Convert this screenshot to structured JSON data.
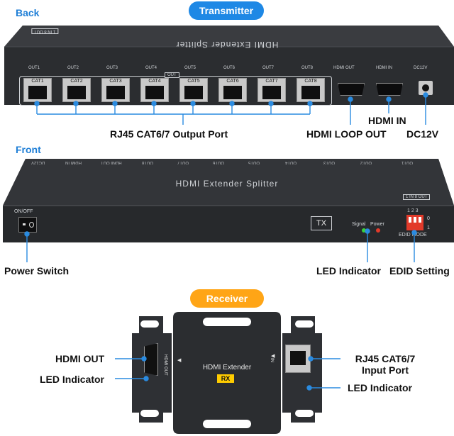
{
  "sections": {
    "back": "Back",
    "transmitter": "Transmitter",
    "front": "Front",
    "receiver": "Receiver"
  },
  "back_panel": {
    "title": "HDMI Extender Splitter",
    "badge": "1 IN 8 OUT",
    "out_header": "OUT",
    "top_port_labels": [
      "OUT1",
      "OUT2",
      "OUT3",
      "OUT4",
      "OUT5",
      "OUT6",
      "OUT7",
      "OUT8",
      "HDMI OUT",
      "HDMI IN",
      "DC12V"
    ],
    "ports": [
      "CAT1",
      "CAT2",
      "CAT3",
      "CAT4",
      "CAT5",
      "CAT6",
      "CAT7",
      "CAT8"
    ],
    "hdmi_out": "HDMI OUT",
    "hdmi_in": "HDMI IN",
    "dc": "DC12V"
  },
  "front_panel": {
    "title": "HDMI Extender Splitter",
    "badge": "1 IN 8 OUT",
    "top_labels_mirrored": [
      "DC12V",
      "HDMI IN",
      "HDMI OUT",
      "OUT8",
      "OUT7",
      "OUT6",
      "OUT5",
      "OUT4",
      "OUT3",
      "OUT2",
      "OUT1"
    ],
    "power_label": "ON/OFF",
    "tx": "TX",
    "signal": "Signal",
    "power": "Power",
    "dip_numbers": "1 2 3",
    "dip_zero": "0",
    "dip_one": "1",
    "edid_mode": "EDID MODE"
  },
  "receiver_box": {
    "title": "HDMI Extender",
    "rx": "RX",
    "hdmi_out": "HDMI OUT",
    "in": "IN"
  },
  "callouts": {
    "rj45_output": "RJ45 CAT6/7 Output Port",
    "hdmi_in": "HDMI IN",
    "hdmi_loop_out": "HDMI LOOP OUT",
    "dc12v": "DC12V",
    "power_switch": "Power Switch",
    "led_indicator": "LED Indicator",
    "edid_setting": "EDID Setting",
    "hdmi_out": "HDMI OUT",
    "led_indicator_left": "LED Indicator",
    "rj45_input_line1": "RJ45 CAT6/7",
    "rj45_input_line2": "Input Port",
    "led_indicator_right": "LED Indicator"
  },
  "colors": {
    "accent_blue": "#1e88e5",
    "accent_orange": "#ffa516",
    "device_body": "#2b2d30",
    "led_green": "#3ad13a",
    "led_red": "#e23a2a"
  }
}
